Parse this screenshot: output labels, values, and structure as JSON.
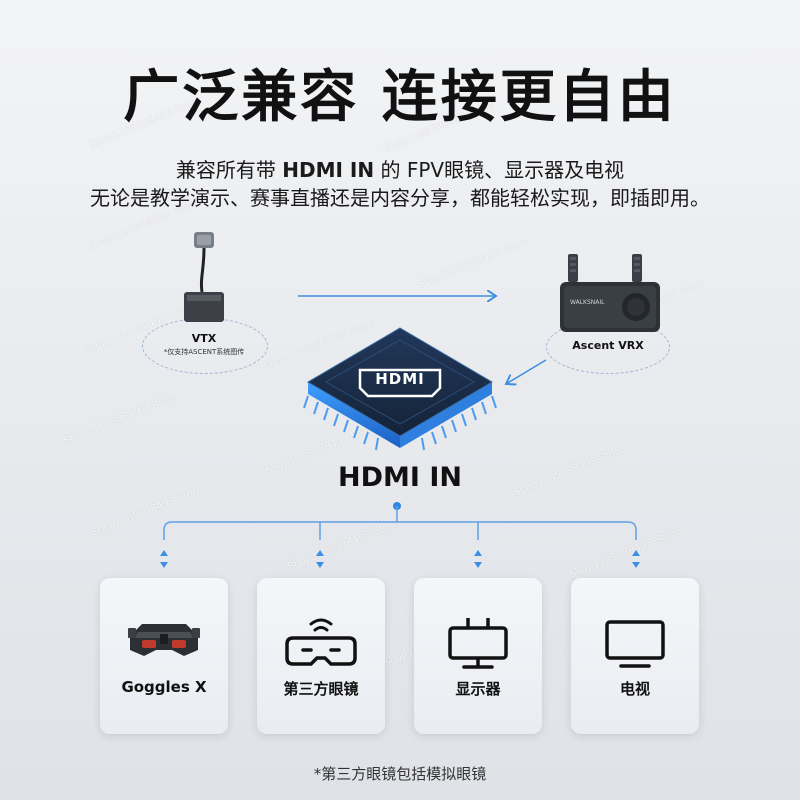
{
  "title": "广泛兼容  连接更自由",
  "subtitle": {
    "line1_pre": "兼容所有带 ",
    "line1_hl": "HDMI IN",
    "line1_post": " 的 FPV眼镜、显示器及电视",
    "line2": "无论是教学演示、赛事直播还是内容分享，都能轻松实现，即插即用。"
  },
  "vtx": {
    "label": "VTX",
    "note": "*仅支持ASCENT系统图传"
  },
  "vrx": {
    "label": "Ascent VRX",
    "brand": "WALKSNAIL"
  },
  "chip": {
    "label": "HDMI"
  },
  "hdmi_in_label": "HDMI IN",
  "devices": [
    {
      "label": "Goggles X",
      "icon": "goggles-x-icon"
    },
    {
      "label": "第三方眼镜",
      "icon": "vr-goggles-icon"
    },
    {
      "label": "显示器",
      "icon": "monitor-icon"
    },
    {
      "label": "电视",
      "icon": "tv-icon"
    }
  ],
  "footnote": "*第三方眼镜包括模拟眼镜",
  "watermark": "Shop1105338493 Store",
  "colors": {
    "accent": "#2f86e0",
    "line": "#3d8fe0",
    "chip_top": "#1b2f4a"
  }
}
